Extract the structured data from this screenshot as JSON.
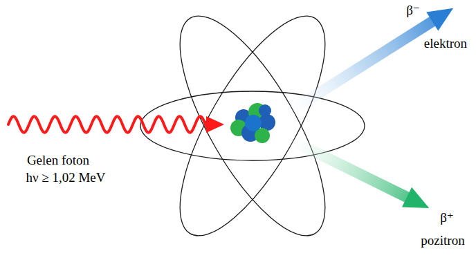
{
  "diagram": {
    "labels": [
      "Gelen foton",
      "hν ≥ 1,02 MeV",
      "β⁻",
      "elektron",
      "β⁺",
      "pozitron"
    ]
  }
}
